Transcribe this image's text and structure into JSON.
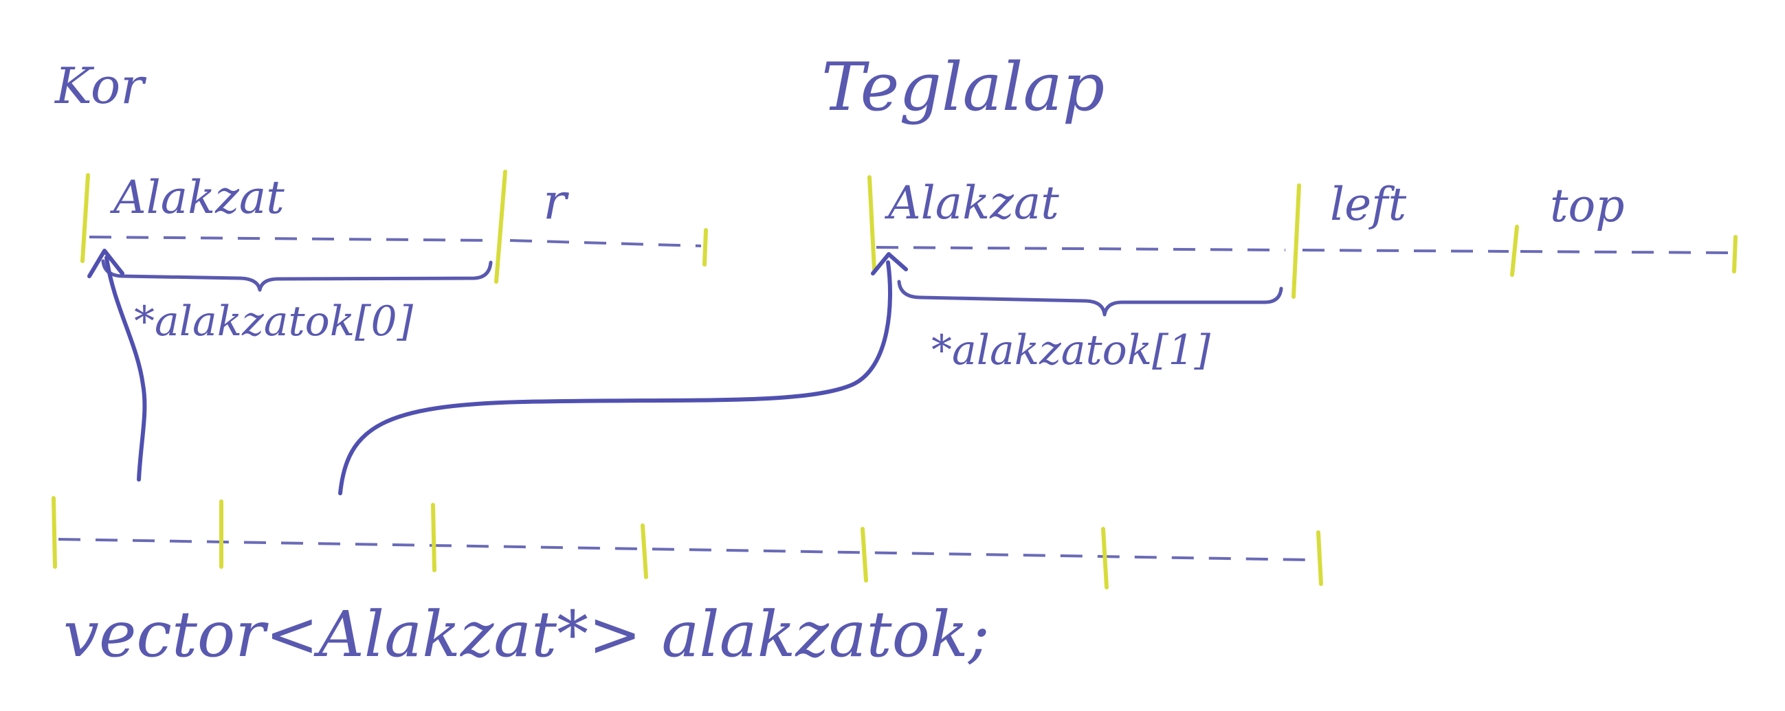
{
  "kor": {
    "title": "Kor",
    "base_label": "Alakzat",
    "member_label": "r",
    "pointer_label": "*alakzatok[0]"
  },
  "teglalap": {
    "title": "Teglalap",
    "base_label": "Alakzat",
    "member_labels": [
      "left",
      "top"
    ],
    "pointer_label": "*alakzatok[1]"
  },
  "vector": {
    "declaration": "vector<Alakzat*> alakzatok;",
    "cell_count": 6
  },
  "colors": {
    "ink": "#5959b0",
    "separator": "#d7dc3c",
    "background": "#ffffff"
  }
}
